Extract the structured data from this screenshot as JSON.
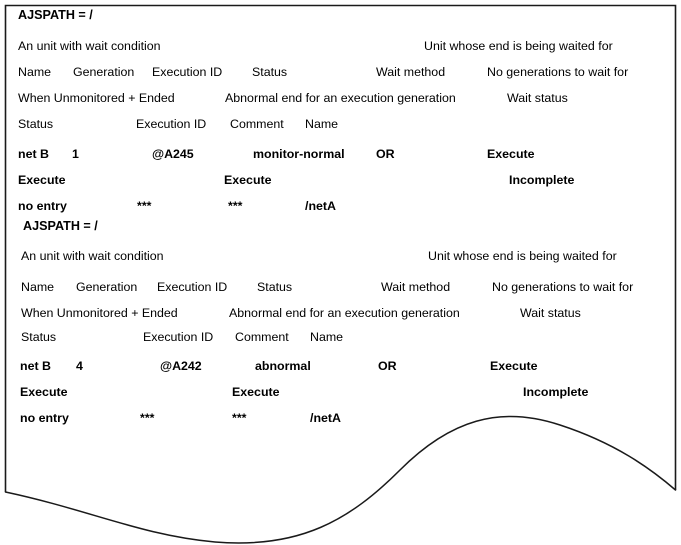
{
  "panel": {
    "border_color": "#1a1a1a",
    "background": "#ffffff",
    "bottom_edge": "torn-wave"
  },
  "blocks": [
    {
      "ajspath": "AJSPATH = /",
      "section_labels": {
        "left": "An unit with wait condition",
        "right": "Unit whose end is being waited for"
      },
      "column_headers_line1": [
        "Name",
        "Generation",
        "Execution ID",
        "Status",
        "Wait method",
        "No generations to wait for"
      ],
      "column_headers_line2": [
        "When Unmonitored + Ended",
        "Abnormal end for an execution generation",
        "Wait status"
      ],
      "column_headers_line3": [
        "Status",
        "Execution ID",
        "Comment",
        "Name"
      ],
      "data_line1": [
        "net B",
        "1",
        "@A245",
        "monitor-normal",
        "OR",
        "Execute"
      ],
      "data_line2": [
        "Execute",
        "Execute",
        "Incomplete"
      ],
      "data_line3": [
        "no entry",
        "***",
        "***",
        "/netA"
      ]
    },
    {
      "ajspath": "AJSPATH = /",
      "section_labels": {
        "left": "An unit with wait condition",
        "right": "Unit whose end is being waited for"
      },
      "column_headers_line1": [
        "Name",
        "Generation",
        "Execution ID",
        "Status",
        "Wait method",
        "No generations to wait for"
      ],
      "column_headers_line2": [
        "When Unmonitored + Ended",
        "Abnormal end for an execution generation",
        "Wait status"
      ],
      "column_headers_line3": [
        "Status",
        "Execution ID",
        "Comment",
        "Name"
      ],
      "data_line1": [
        "net B",
        "4",
        "@A242",
        "abnormal",
        "OR",
        "Execute"
      ],
      "data_line2": [
        "Execute",
        "Execute",
        "Incomplete"
      ],
      "data_line3": [
        "no entry",
        "***",
        "***",
        "/netA"
      ]
    }
  ]
}
